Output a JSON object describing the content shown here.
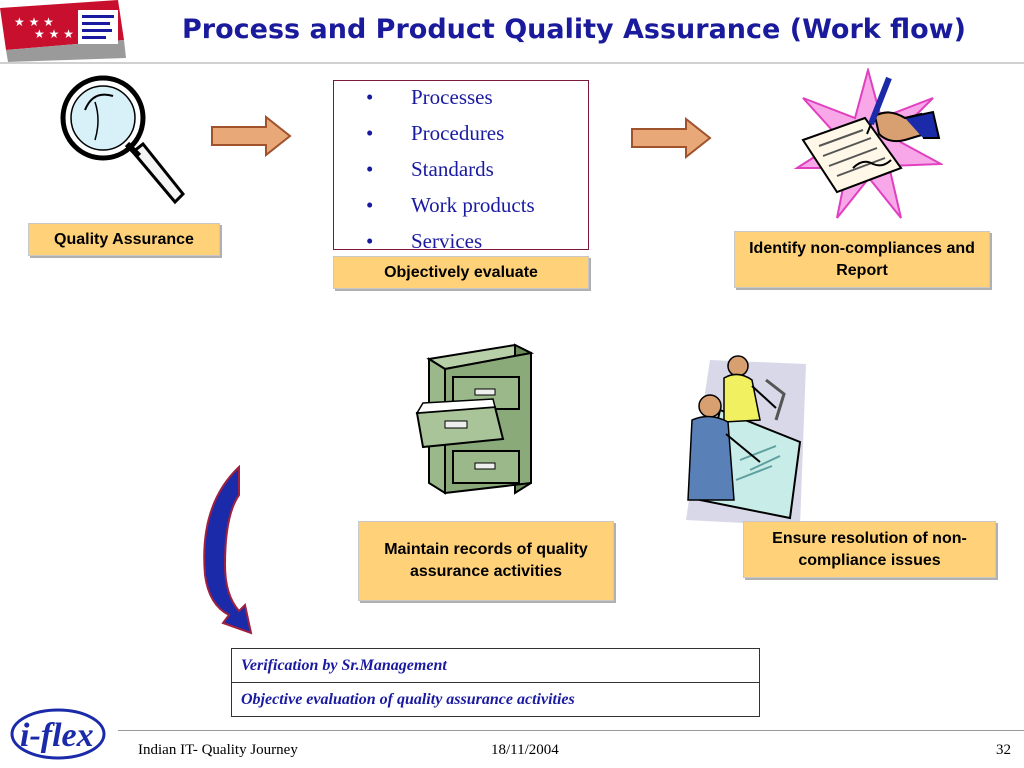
{
  "title": "Process and Product Quality Assurance (Work flow)",
  "boxes": {
    "quality_assurance": "Quality Assurance",
    "objectively_evaluate": "Objectively evaluate",
    "identify": "Identify non-compliances and Report",
    "maintain": "Maintain records of quality assurance activities",
    "ensure": "Ensure resolution of non-compliance issues"
  },
  "evaluated_items": [
    {
      "bullet": "•",
      "text": "Processes"
    },
    {
      "bullet": "•",
      "text": "Procedures"
    },
    {
      "bullet": "•",
      "text": "Standards"
    },
    {
      "bullet": "•",
      "text": "Work products"
    },
    {
      "bullet": "•",
      "text": "Services"
    }
  ],
  "verification": {
    "row1": "Verification by Sr.Management",
    "row2": "Objective evaluation of quality assurance activities"
  },
  "footer": {
    "left": "Indian IT- Quality Journey",
    "date": "18/11/2004",
    "page": "32"
  },
  "logos": {
    "top_left": "top-left conference logo",
    "bottom_left": "i-flex"
  },
  "colors": {
    "title": "#1a1a9c",
    "box_fill": "#ffd27a",
    "list_text": "#1a1aa0",
    "arrow_fill": "#e8a878",
    "arrow_stroke": "#a0522d",
    "curve_arrow": "#1a2aa8"
  }
}
